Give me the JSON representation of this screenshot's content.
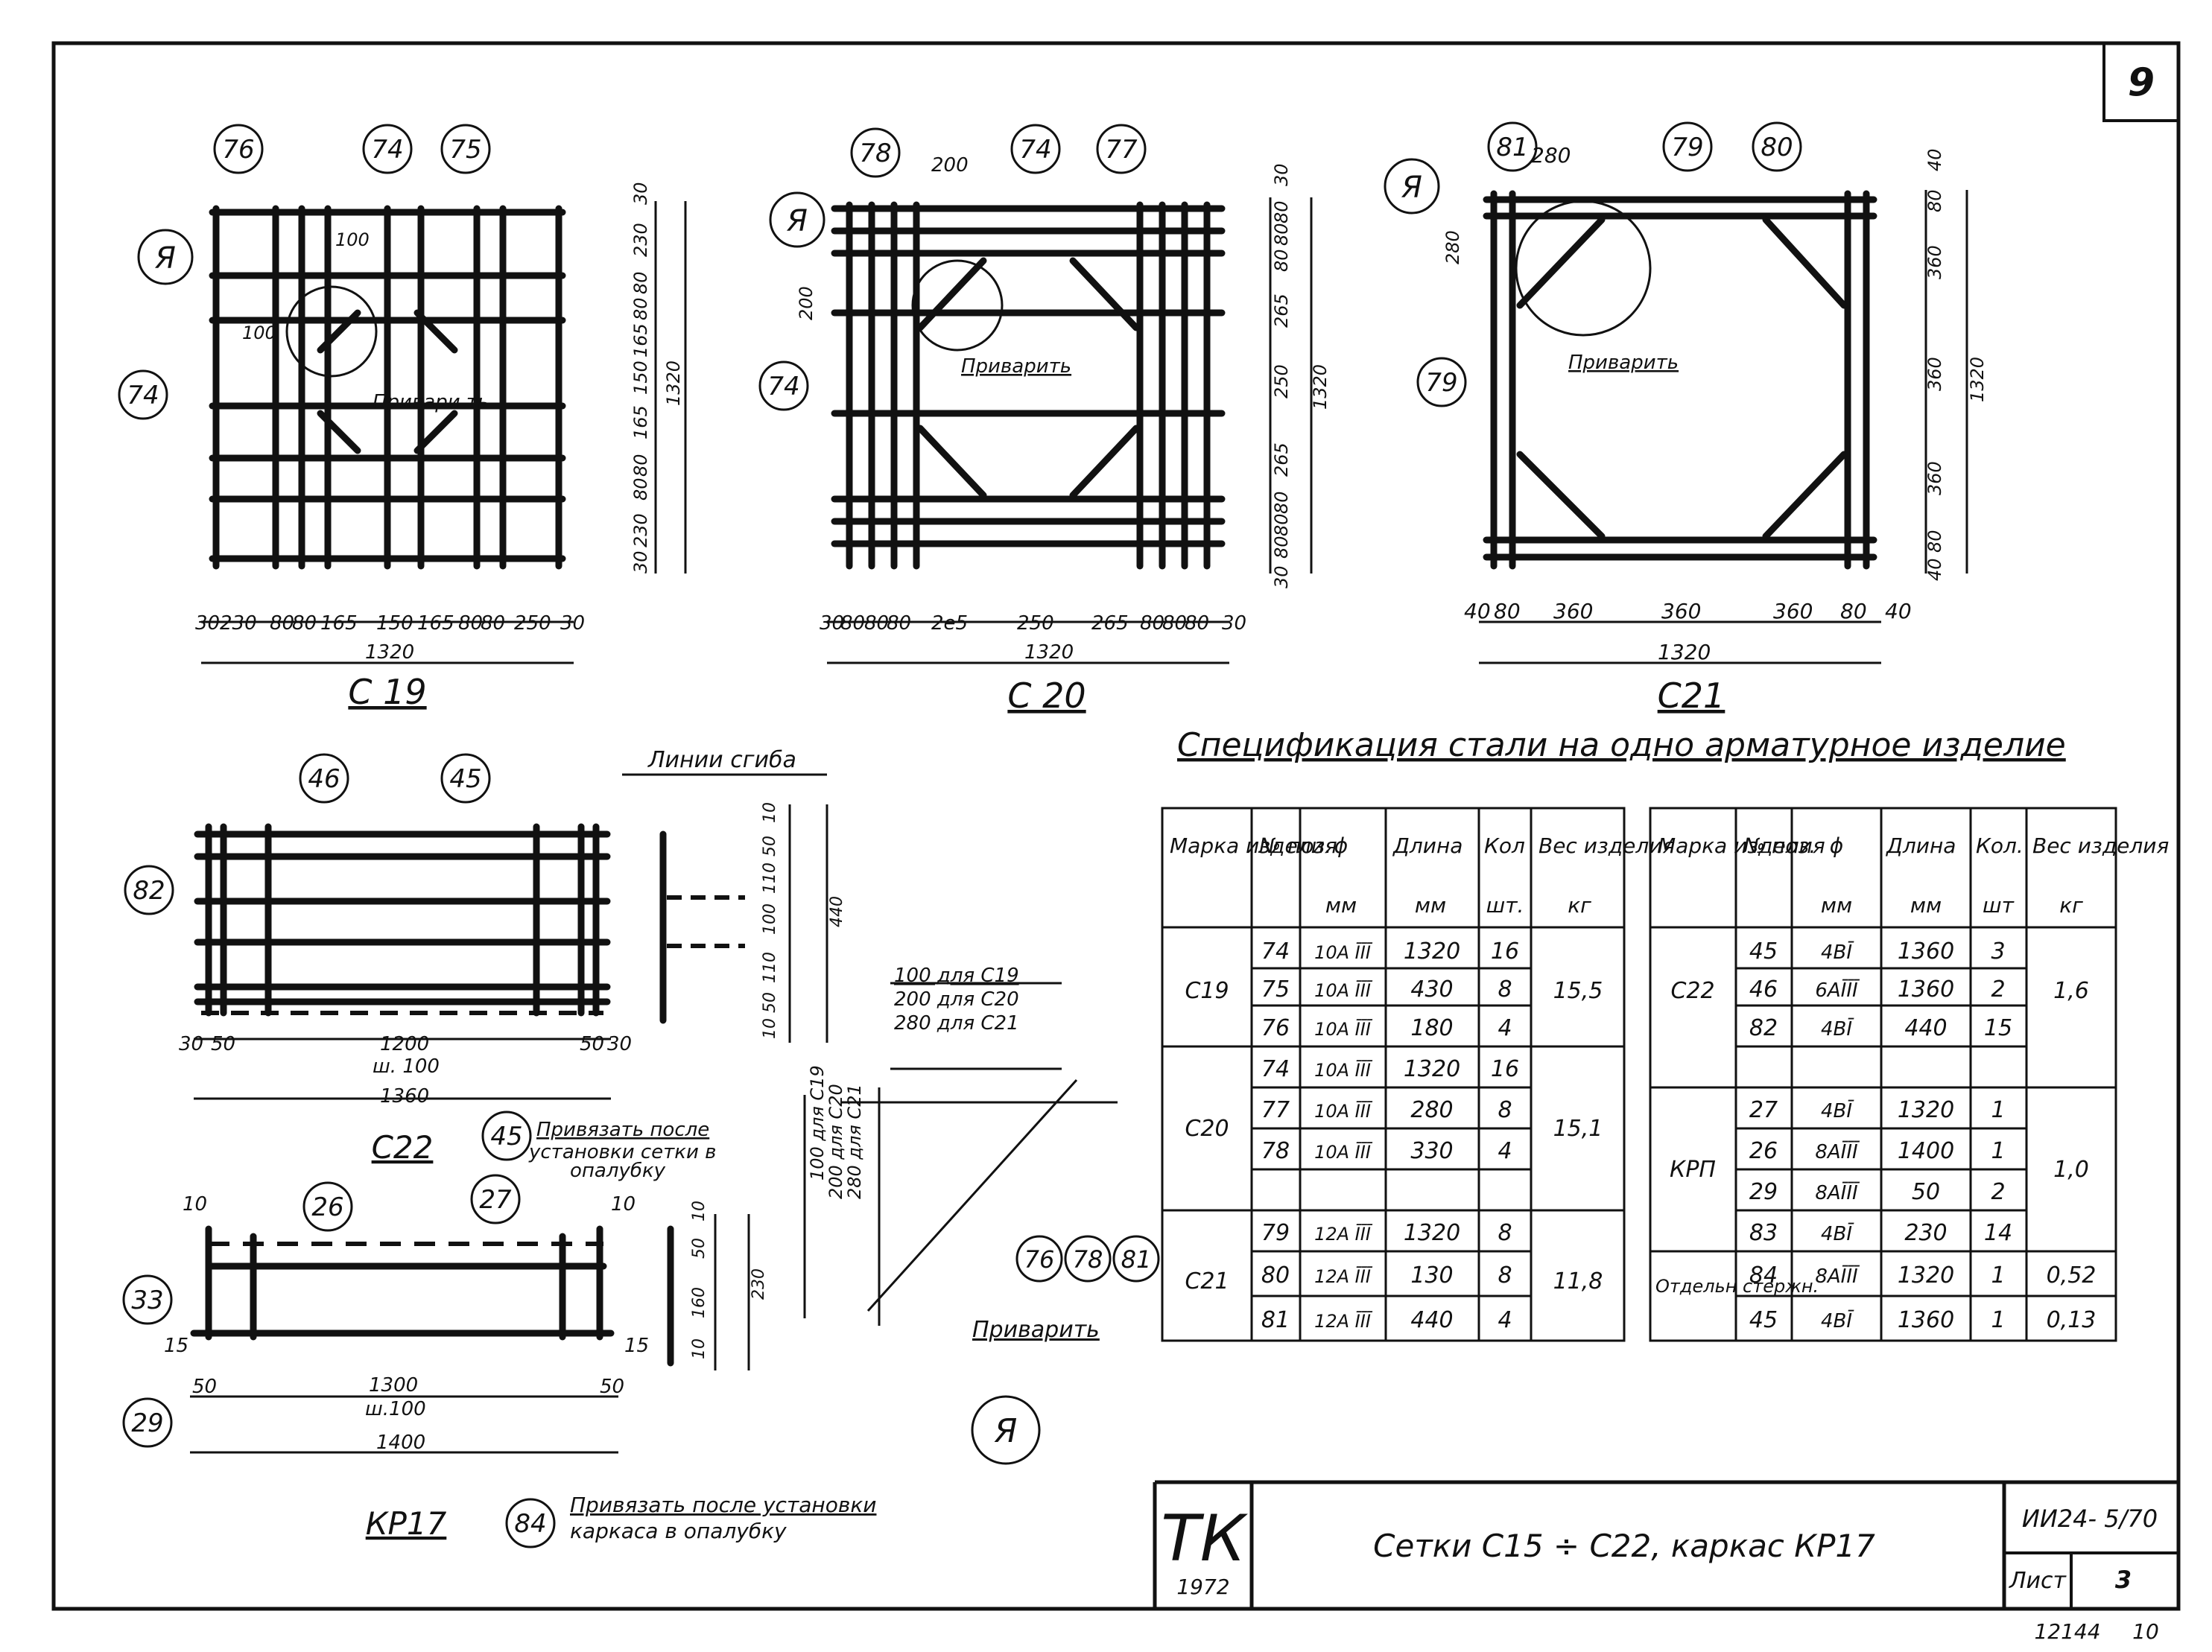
{
  "sheet_number": "9",
  "drawings": {
    "c19": {
      "title": "С 19",
      "callouts": [
        "76",
        "74",
        "75",
        "74"
      ],
      "detail": "Я",
      "weld_label": "Привари ть",
      "dim_100_h": "100",
      "dim_100_v": "100",
      "bottom_dims": [
        "30",
        "230",
        "80",
        "80",
        "165",
        "150",
        "165",
        "80",
        "80",
        "250",
        "30"
      ],
      "bottom_total": "1320",
      "right_dims": [
        "30",
        "230",
        "80",
        "80",
        "165",
        "150",
        "165",
        "80",
        "80",
        "230",
        "30"
      ],
      "right_total": "1320"
    },
    "c20": {
      "title": "С 20",
      "callouts": [
        "78",
        "74",
        "77",
        "74"
      ],
      "detail": "Я",
      "weld_label": "Приварить",
      "dim_200": "200",
      "dim_200_v": "200",
      "bottom_dims": [
        "30",
        "80",
        "80",
        "80",
        "2е5",
        "250",
        "265",
        "80",
        "80",
        "80",
        "30"
      ],
      "bottom_total": "1320",
      "right_dims": [
        "30",
        "80",
        "80",
        "80",
        "265",
        "250",
        "265",
        "80",
        "80",
        "80",
        "30"
      ],
      "right_total": "1320"
    },
    "c21": {
      "title": "С21",
      "callouts": [
        "81",
        "79",
        "80",
        "79"
      ],
      "detail": "Я",
      "weld_label": "Приварить",
      "dim_280": "280",
      "dim_280_v": "280",
      "bottom_dims": [
        "40",
        "80",
        "360",
        "360",
        "360",
        "80",
        "40"
      ],
      "bottom_total": "1320",
      "right_dims": [
        "40",
        "80",
        "360",
        "360",
        "360",
        "80",
        "40"
      ],
      "right_total": "1320"
    },
    "c22": {
      "title": "С22",
      "callouts": [
        "46",
        "45",
        "82",
        "45"
      ],
      "bend_label": "Линии сгиба",
      "tie_note": [
        "Привязать после",
        "установки сетки в",
        "опалубку"
      ],
      "bottom_dims": [
        "30",
        "50",
        "1200",
        "ш. 100",
        "50",
        "30"
      ],
      "total": "1360",
      "side_dims": [
        "10",
        "50",
        "110",
        "100",
        "110",
        "50",
        "10"
      ],
      "side_total": "440"
    },
    "kp17": {
      "title": "КР17",
      "callouts": [
        "26",
        "27",
        "33",
        "29",
        "84"
      ],
      "top_dims": [
        "10",
        "10"
      ],
      "side_dims": [
        "15",
        "15"
      ],
      "bottom_dims": [
        "50",
        "1300",
        "ш.100",
        "50"
      ],
      "total": "1400",
      "section_dims": [
        "10",
        "50",
        "160",
        "10"
      ],
      "section_total": "230",
      "tie_note": [
        "Привязать после установки",
        "каркаса в опалубку"
      ]
    },
    "detail_a": {
      "label": "Я",
      "spacing_lines": [
        "100 для С19",
        "200 для С20",
        "280 для С21"
      ],
      "side_lines": [
        "100 для С19",
        "200 для С20",
        "280 для С21"
      ],
      "callouts": [
        "76",
        "78",
        "81"
      ],
      "weld_label": "Приварить"
    }
  },
  "spec_title": "Спецификация стали на одно арматурное изделие",
  "table1": {
    "headers": [
      "Марка изделия",
      "№ поз.",
      "ϕ",
      "Длина",
      "Кол",
      "Вес изделия"
    ],
    "units": [
      "",
      "",
      "мм",
      "мм",
      "шт.",
      "кг"
    ],
    "groups": [
      {
        "mark": "С19",
        "weight": "15,5",
        "rows": [
          [
            "74",
            "10А ĪĪĪ",
            "1320",
            "16"
          ],
          [
            "75",
            "10А ĪĪĪ",
            "430",
            "8"
          ],
          [
            "76",
            "10А ĪĪĪ",
            "180",
            "4"
          ]
        ]
      },
      {
        "mark": "С20",
        "weight": "15,1",
        "rows": [
          [
            "74",
            "10А ĪĪĪ",
            "1320",
            "16"
          ],
          [
            "77",
            "10А ĪĪĪ",
            "280",
            "8"
          ],
          [
            "78",
            "10А ĪĪĪ",
            "330",
            "4"
          ],
          [
            "",
            "",
            "",
            ""
          ]
        ]
      },
      {
        "mark": "С21",
        "weight": "11,8",
        "rows": [
          [
            "79",
            "12А ĪĪĪ",
            "1320",
            "8"
          ],
          [
            "80",
            "12А ĪĪĪ",
            "130",
            "8"
          ],
          [
            "81",
            "12А ĪĪĪ",
            "440",
            "4"
          ]
        ]
      }
    ]
  },
  "table2": {
    "headers": [
      "Марка изделия",
      "№ поз.",
      "ϕ",
      "Длина",
      "Кол.",
      "Вес изделия"
    ],
    "units": [
      "",
      "",
      "мм",
      "мм",
      "шт",
      "кг"
    ],
    "groups": [
      {
        "mark": "С22",
        "weight": "1,6",
        "rows": [
          [
            "45",
            "4ВĪ",
            "1360",
            "3"
          ],
          [
            "46",
            "6АĪĪĪ",
            "1360",
            "2"
          ],
          [
            "82",
            "4ВĪ",
            "440",
            "15"
          ],
          [
            "",
            "",
            "",
            ""
          ]
        ]
      },
      {
        "mark": "КРП",
        "weight": "1,0",
        "rows": [
          [
            "27",
            "4ВĪ",
            "1320",
            "1"
          ],
          [
            "26",
            "8АĪĪĪ",
            "1400",
            "1"
          ],
          [
            "29",
            "8АĪĪĪ",
            "50",
            "2"
          ],
          [
            "83",
            "4ВĪ",
            "230",
            "14"
          ]
        ]
      },
      {
        "mark": "Отдельн стержн.",
        "weight": "",
        "rows": [
          [
            "84",
            "8АĪĪĪ",
            "1320",
            "1",
            "0,52"
          ],
          [
            "45",
            "4ВĪ",
            "1360",
            "1",
            "0,13"
          ]
        ]
      }
    ]
  },
  "title_block": {
    "logo": "ТК",
    "year": "1972",
    "title": "Сетки С15 ÷ С22, каркас КР17",
    "doc_code": "ИИ24- 5/70",
    "sheet_label": "Лист",
    "sheet_no": "3",
    "footer_code": "12144",
    "footer_page": "10"
  }
}
